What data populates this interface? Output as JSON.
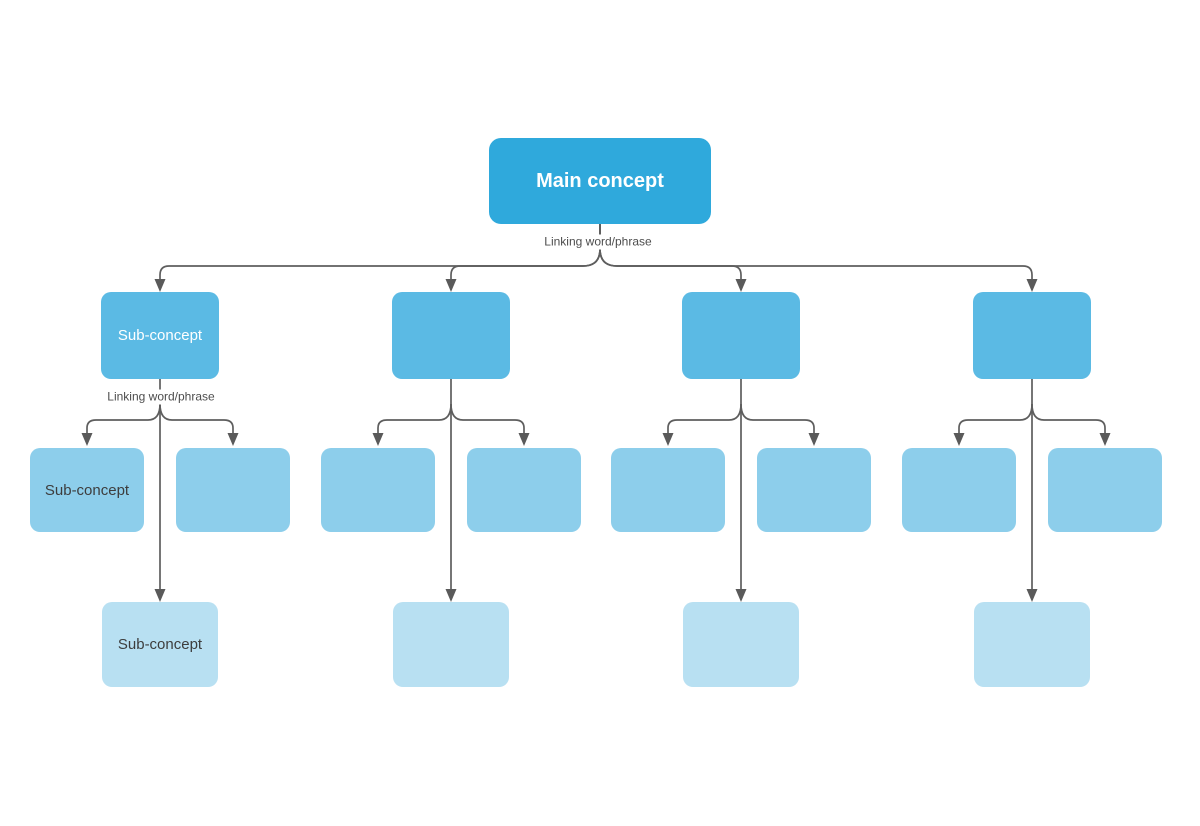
{
  "diagram": {
    "main": {
      "label": "Main concept"
    },
    "linking": {
      "main": "Linking word/phrase",
      "sub": "Linking word/phrase"
    },
    "branches": [
      {
        "sub_label": "Sub-concept",
        "child_left_label": "Sub-concept",
        "child_right_label": "",
        "bottom_label": "Sub-concept"
      },
      {
        "sub_label": "",
        "child_left_label": "",
        "child_right_label": "",
        "bottom_label": ""
      },
      {
        "sub_label": "",
        "child_left_label": "",
        "child_right_label": "",
        "bottom_label": ""
      },
      {
        "sub_label": "",
        "child_left_label": "",
        "child_right_label": "",
        "bottom_label": ""
      }
    ],
    "colors": {
      "main_fill": "#2fa9dc",
      "sub_fill": "#5bbae4",
      "child_fill": "#8dceeb",
      "bottom_fill": "#b8e0f2",
      "main_text": "#ffffff",
      "dark_text": "#3d3d3d",
      "linking_text": "#4d4d4d",
      "connector": "#5e5e5e",
      "background": "#ffffff"
    }
  }
}
